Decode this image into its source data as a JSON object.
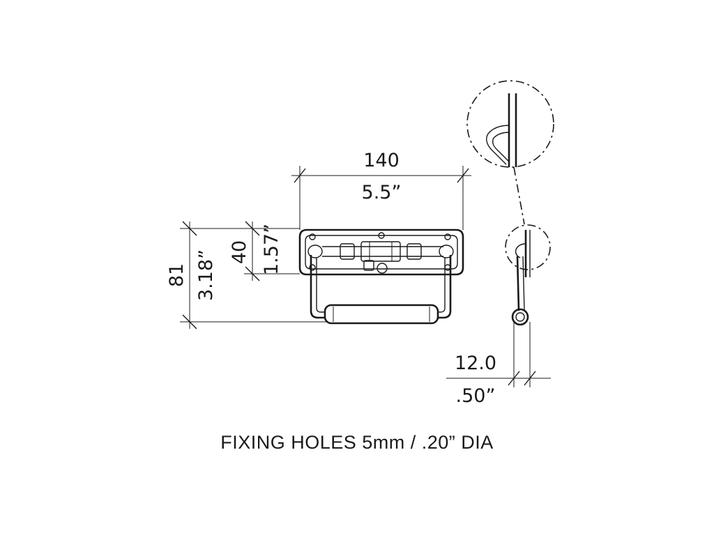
{
  "dimensions": {
    "width_mm": "140",
    "width_in": "5.5”",
    "height_mm": "81",
    "height_in": "3.18”",
    "plate_height_mm": "40",
    "plate_height_in": "1.57”",
    "offset_mm": "12.0",
    "offset_in": ".50”"
  },
  "caption": "FIXING HOLES 5mm / .20” DIA"
}
